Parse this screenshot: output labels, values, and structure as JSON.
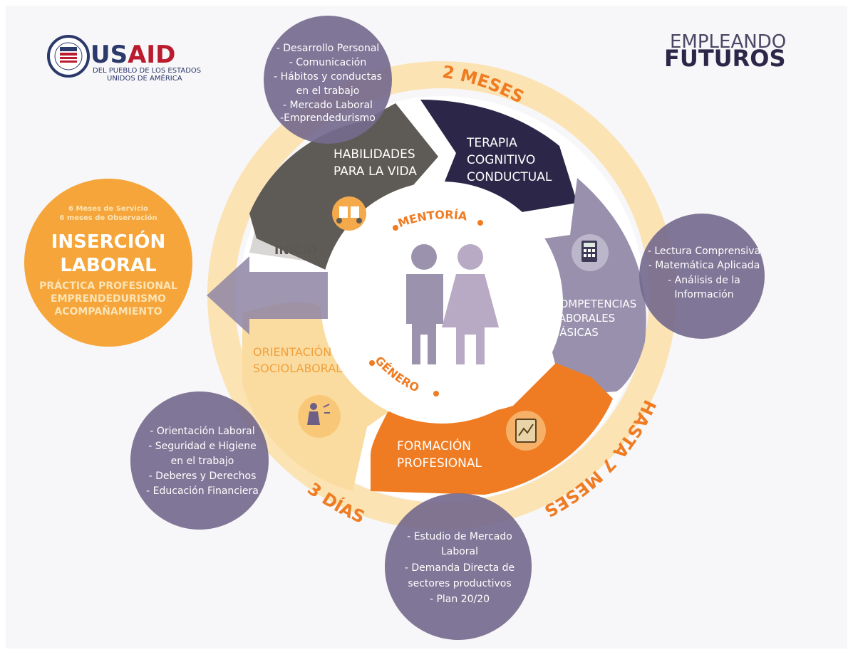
{
  "logos": {
    "usaid": {
      "main": "USAID",
      "line1": "DEL PUEBLO DE LOS ESTADOS",
      "line2": "UNIDOS DE AMÉRICA"
    },
    "program": {
      "line1": "EMPLEANDO",
      "line2": "FUTUROS"
    }
  },
  "ring_labels": {
    "top": "2 MESES",
    "right": "HASTA 7 MESES",
    "bottom_left": "3 DÍAS"
  },
  "inner_labels": {
    "mentoria": "MENTORÍA",
    "genero": "GÉNERO"
  },
  "segments": {
    "inicio": "INICIO",
    "habilidades": [
      "HABILIDADES",
      "PARA LA VIDA"
    ],
    "terapia": [
      "TERAPIA",
      "COGNITIVO",
      "CONDUCTUAL"
    ],
    "competencias": [
      "COMPETENCIAS",
      "LABORALES",
      "BÁSICAS"
    ],
    "formacion": [
      "FORMACIÓN",
      "PROFESIONAL"
    ],
    "orientacion": [
      "ORIENTACIÓN",
      "SOCIOLABORAL"
    ]
  },
  "bubbles": {
    "top": [
      "- Desarrollo Personal",
      "- Comunicación",
      "- Hábitos y conductas",
      "en el trabajo",
      "- Mercado Laboral",
      "-Emprendedurismo"
    ],
    "right": [
      "- Lectura Comprensiva",
      "- Matemática Aplicada",
      "- Análisis de la",
      "Información"
    ],
    "left": [
      "- Orientación Laboral",
      "- Seguridad e Higiene",
      "en el trabajo",
      "- Deberes y Derechos",
      "- Educación Financiera"
    ],
    "bottom": [
      "- Estudio de Mercado",
      "Laboral",
      "- Demanda Directa de",
      "sectores productivos",
      "- Plan 20/20"
    ]
  },
  "insercion": {
    "small1": "6 Meses de Servicio",
    "small2": "6 meses de Observación",
    "title1": "INSERCIÓN",
    "title2": "LABORAL",
    "items": [
      "PRÁCTICA PROFESIONAL",
      "EMPRENDEDURISMO",
      "ACOMPAÑAMIENTO"
    ]
  },
  "icons": [
    "book-reading-icon",
    "calculator-icon",
    "tablet-chart-icon",
    "woman-speaking-icon",
    "couple-icon",
    "arrow-left-icon"
  ],
  "colors": {
    "ring": "#fbe3b4",
    "orange": "#ef7c22",
    "dark_gray": "#5e5a55",
    "navy": "#2c2748",
    "purple": "#9890ad",
    "light_orange": "#fbdca0",
    "bubble": "rgba(117,106,142,0.9)",
    "insercion": "#f5a53a"
  }
}
